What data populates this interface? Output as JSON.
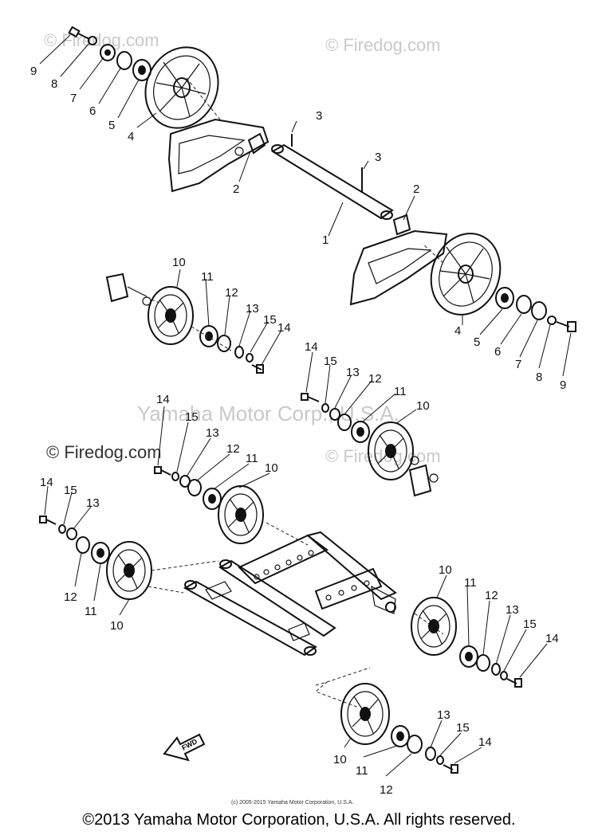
{
  "watermarks": {
    "firedog_1": "© Firedog.com",
    "firedog_2": "© Firedog.com",
    "firedog_3": "© Firedog.com",
    "firedog_4": "© Firedog.com",
    "yamaha_center": "Yamaha Motor Corp., U.S.A."
  },
  "fwd_label": "FWD",
  "small_copyright": "(c) 2005-2015 Yamaha Motor Corporation, U.S.A.",
  "footer": "©2013 Yamaha Motor Corporation, U.S.A. All rights reserved.",
  "callouts": {
    "c9a": "9",
    "c8a": "8",
    "c7a": "7",
    "c6a": "6",
    "c5a": "5",
    "c4a": "4",
    "c3a": "3",
    "c3b": "3",
    "c2a": "2",
    "c2b": "2",
    "c1": "1",
    "c4b": "4",
    "c5b": "5",
    "c6b": "6",
    "c7b": "7",
    "c8b": "8",
    "c9b": "9",
    "g1_10": "10",
    "g1_11": "11",
    "g1_12": "12",
    "g1_13": "13",
    "g1_15": "15",
    "g1_14": "14",
    "g2_14": "14",
    "g2_15": "15",
    "g2_13": "13",
    "g2_12": "12",
    "g2_11": "11",
    "g2_10": "10",
    "g3_14": "14",
    "g3_15": "15",
    "g3_13": "13",
    "g3_12": "12",
    "g3_11": "11",
    "g3_10": "10",
    "g4_14": "14",
    "g4_15": "15",
    "g4_13": "13",
    "g4_12": "12",
    "g4_11": "11",
    "g4_10": "10",
    "g5_10": "10",
    "g5_11": "11",
    "g5_12": "12",
    "g5_13": "13",
    "g5_15": "15",
    "g5_14": "14",
    "g6_10": "10",
    "g6_11": "11",
    "g6_12": "12",
    "g6_13": "13",
    "g6_15": "15",
    "g6_14": "14"
  }
}
